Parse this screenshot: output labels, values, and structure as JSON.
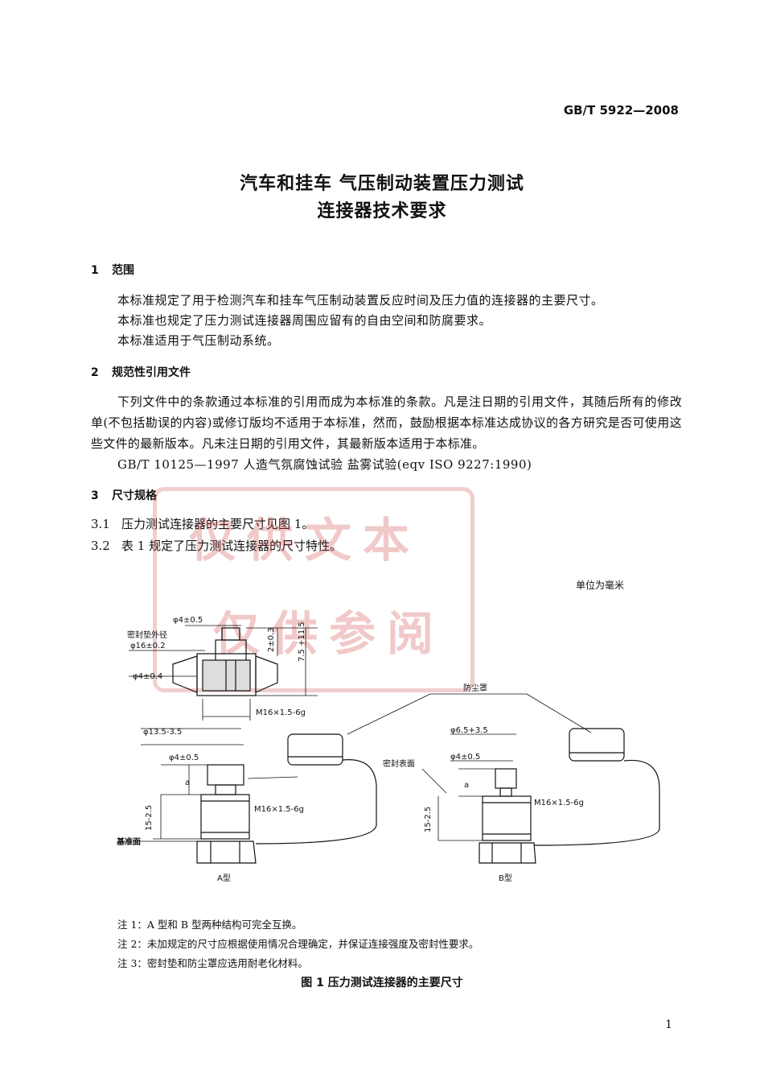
{
  "header": {
    "code": "GB/T 5922—2008"
  },
  "title": {
    "line1": "汽车和挂车  气压制动装置压力测试",
    "line2": "连接器技术要求"
  },
  "sections": {
    "s1": {
      "num": "1",
      "title": "范围",
      "p1": "本标准规定了用于检测汽车和挂车气压制动装置反应时间及压力值的连接器的主要尺寸。",
      "p2": "本标准也规定了压力测试连接器周围应留有的自由空间和防腐要求。",
      "p3": "本标准适用于气压制动系统。"
    },
    "s2": {
      "num": "2",
      "title": "规范性引用文件",
      "p1": "下列文件中的条款通过本标准的引用而成为本标准的条款。凡是注日期的引用文件，其随后所有的修改单(不包括勘误的内容)或修订版均不适用于本标准，然而，鼓励根据本标准达成协议的各方研究是否可使用这些文件的最新版本。凡未注日期的引用文件，其最新版本适用于本标准。",
      "ref": "GB/T 10125—1997   人造气氛腐蚀试验   盐雾试验(eqv ISO 9227:1990)"
    },
    "s3": {
      "num": "3",
      "title": "尺寸规格",
      "s31num": "3.1",
      "s31": "压力测试连接器的主要尺寸见图 1。",
      "s32num": "3.2",
      "s32": "表 1 规定了压力测试连接器的尺寸特性。"
    }
  },
  "figure": {
    "unit": "单位为毫米",
    "labels": {
      "phi4_05": "φ4±0.5",
      "seal_od": "密封垫外径",
      "phi16": "φ16±0.2",
      "phi4_04": "φ4±0.4",
      "dim_2": "2±0.3",
      "dim_75": "7.5 +11.5",
      "m16_top": "M16×1.5-6g",
      "dust_cover": "防尘罩",
      "phi135": "φ13.5-3.5",
      "phi65": "φ6.5+3.5",
      "seal_surface": "密封表面",
      "a": "a",
      "m16_a": "M16×1.5-6g",
      "m16_b": "M16×1.5-6g",
      "dim15_a": "15-2.5",
      "dim15_b": "15-2.5",
      "base": "基准面",
      "type_a": "A型",
      "type_b": "B型"
    },
    "notes": [
      "注 1：A 型和 B 型两种结构可完全互换。",
      "注 2：未加规定的尺寸应根据使用情况合理确定，并保证连接强度及密封性要求。",
      "注 3：密封垫和防尘罩应选用耐老化材料。"
    ],
    "caption": "图 1   压力测试连接器的主要尺寸"
  },
  "watermark": {
    "line1": "仅供文本",
    "line2": "仅供参阅"
  },
  "footer": {
    "page": "1"
  }
}
